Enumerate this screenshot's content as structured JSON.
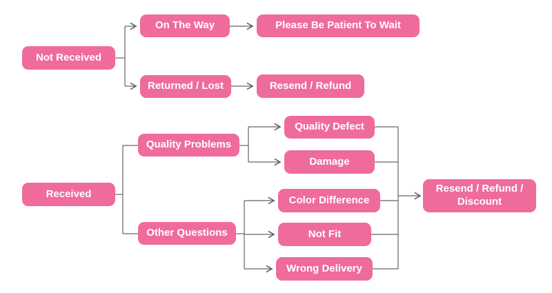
{
  "diagram": {
    "type": "flowchart",
    "topic": "After-sale order issue resolution flow",
    "colors": {
      "node_fill": "#EF6B9C",
      "node_text": "#FFFFFF",
      "connector": "#646464",
      "background": "#FFFFFF"
    },
    "nodes": {
      "not_received": {
        "label": "Not Received"
      },
      "on_the_way": {
        "label": "On The Way"
      },
      "please_wait": {
        "label": "Please Be Patient To Wait"
      },
      "returned_lost": {
        "label": "Returned / Lost"
      },
      "resend_refund": {
        "label": "Resend / Refund"
      },
      "received": {
        "label": "Received"
      },
      "quality_problems": {
        "label": "Quality Problems"
      },
      "other_questions": {
        "label": "Other Questions"
      },
      "quality_defect": {
        "label": "Quality Defect"
      },
      "damage": {
        "label": "Damage"
      },
      "color_difference": {
        "label": "Color Difference"
      },
      "not_fit": {
        "label": "Not Fit"
      },
      "wrong_delivery": {
        "label": "Wrong Delivery"
      },
      "resend_discount": {
        "label": "Resend / Refund / Discount"
      }
    },
    "edges": [
      {
        "from": "Not Received",
        "to": "On The Way",
        "arrow": true
      },
      {
        "from": "Not Received",
        "to": "Returned / Lost",
        "arrow": true
      },
      {
        "from": "On The Way",
        "to": "Please Be Patient To Wait",
        "arrow": true
      },
      {
        "from": "Returned / Lost",
        "to": "Resend / Refund",
        "arrow": true
      },
      {
        "from": "Received",
        "to": "Quality Problems",
        "arrow": false
      },
      {
        "from": "Received",
        "to": "Other Questions",
        "arrow": false
      },
      {
        "from": "Quality Problems",
        "to": "Quality Defect",
        "arrow": true
      },
      {
        "from": "Quality Problems",
        "to": "Damage",
        "arrow": true
      },
      {
        "from": "Other Questions",
        "to": "Color Difference",
        "arrow": true
      },
      {
        "from": "Other Questions",
        "to": "Not Fit",
        "arrow": true
      },
      {
        "from": "Other Questions",
        "to": "Wrong Delivery",
        "arrow": true
      },
      {
        "from": "Quality Defect",
        "to": "Resend / Refund / Discount",
        "arrow": true
      },
      {
        "from": "Damage",
        "to": "Resend / Refund / Discount",
        "arrow": true
      },
      {
        "from": "Color Difference",
        "to": "Resend / Refund / Discount",
        "arrow": true
      },
      {
        "from": "Not Fit",
        "to": "Resend / Refund / Discount",
        "arrow": true
      },
      {
        "from": "Wrong Delivery",
        "to": "Resend / Refund / Discount",
        "arrow": true
      }
    ]
  }
}
